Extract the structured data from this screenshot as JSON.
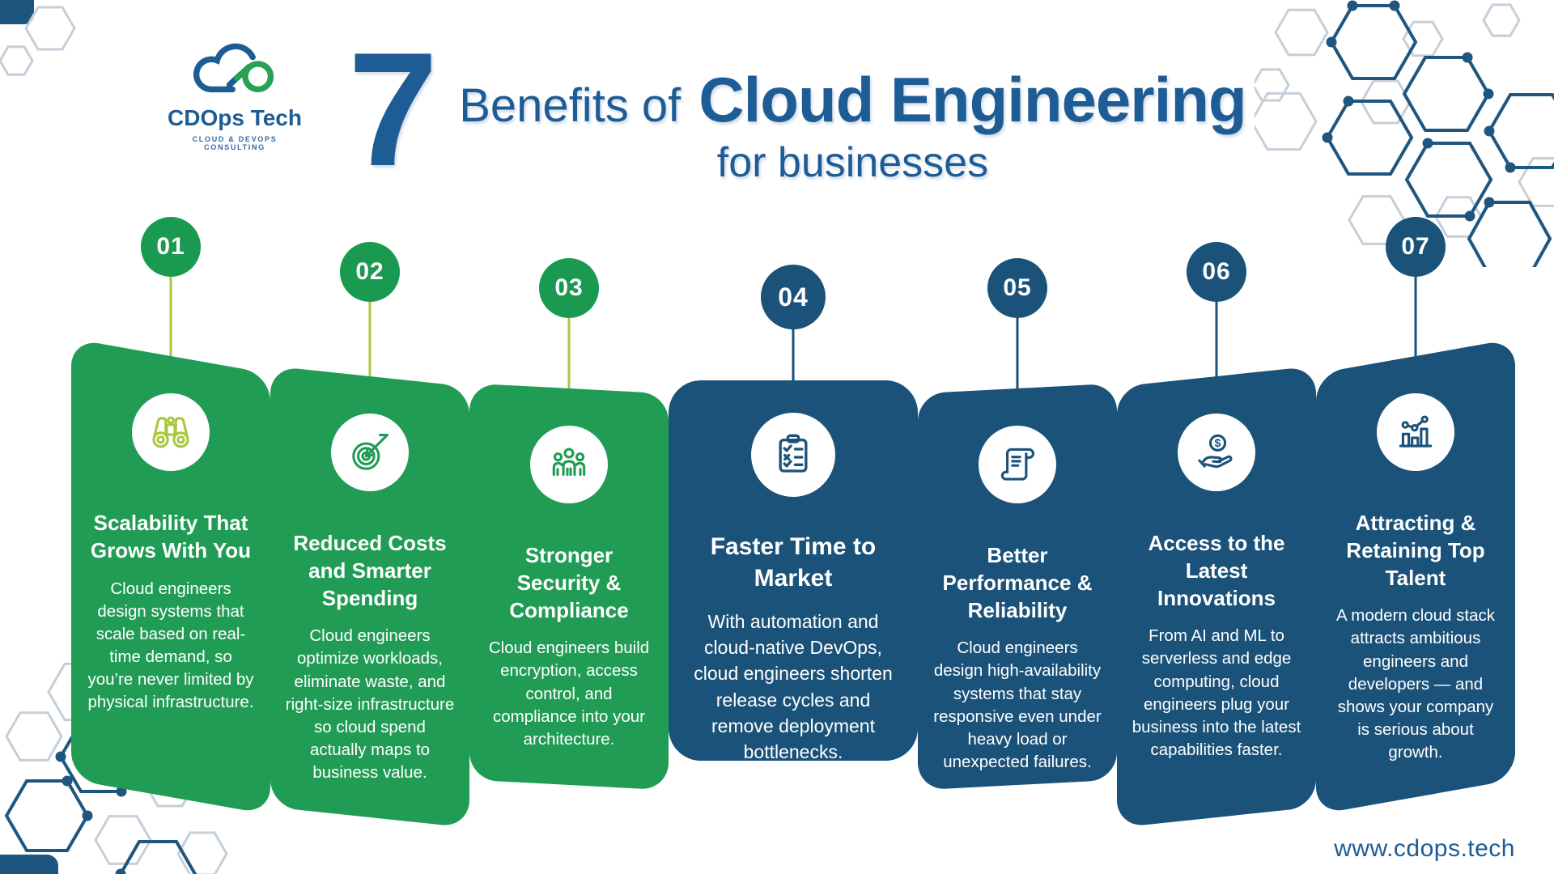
{
  "brand": {
    "name": "CDOps Tech",
    "tagline": "CLOUD & DEVOPS CONSULTING",
    "logo_icon": "cloud-link-icon"
  },
  "title": {
    "number": "7",
    "prefix": "Benefits of",
    "highlight": "Cloud Engineering",
    "suffix": "for businesses"
  },
  "website": "www.cdops.tech",
  "colors": {
    "green": "#219c55",
    "lime": "#a9c83e",
    "navy": "#1b527a",
    "title_blue": "#1e5c96",
    "light_hex": "#c5cfd9"
  },
  "cards": [
    {
      "number": "01",
      "icon": "binoculars-icon",
      "theme": "green",
      "title": "Scalability That Grows With You",
      "body": "Cloud engineers design systems that scale based on real-time demand, so you’re never limited by physical infrastructure."
    },
    {
      "number": "02",
      "icon": "target-arrow-icon",
      "theme": "green",
      "title": "Reduced Costs and Smarter Spending",
      "body": "Cloud engineers optimize workloads, eliminate waste, and right-size infrastructure so cloud spend actually maps to business value."
    },
    {
      "number": "03",
      "icon": "people-group-icon",
      "theme": "green",
      "title": "Stronger Security & Compliance",
      "body": "Cloud engineers build encryption, access control, and compliance into your architecture."
    },
    {
      "number": "04",
      "icon": "checklist-clipboard-icon",
      "theme": "blue",
      "title": "Faster Time to Market",
      "body": "With automation and cloud-native DevOps, cloud engineers shorten release cycles and remove deployment bottlenecks."
    },
    {
      "number": "05",
      "icon": "scroll-document-icon",
      "theme": "blue",
      "title": "Better Performance & Reliability",
      "body": "Cloud engineers design high-availability systems that stay responsive even under heavy load or unexpected failures."
    },
    {
      "number": "06",
      "icon": "hand-dollar-icon",
      "theme": "blue",
      "title": "Access to the Latest Innovations",
      "body": "From AI and ML to serverless and edge computing, cloud engineers plug your business into the latest capabilities faster."
    },
    {
      "number": "07",
      "icon": "growth-chart-icon",
      "theme": "blue",
      "title": "Attracting & Retaining Top Talent",
      "body": "A modern cloud stack attracts ambitious engineers and developers — and shows your company is serious about growth."
    }
  ]
}
